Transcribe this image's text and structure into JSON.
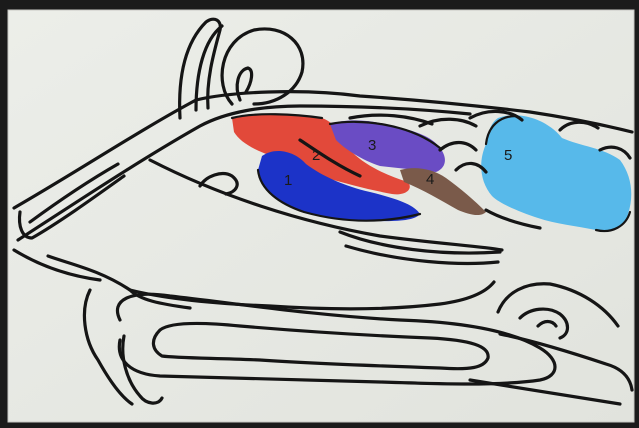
{
  "diagram": {
    "regions": [
      {
        "label": "1",
        "color": "#1c33c8"
      },
      {
        "label": "2",
        "color": "#e2493a"
      },
      {
        "label": "3",
        "color": "#6a4cc4"
      },
      {
        "label": "4",
        "color": "#7a5a4a"
      },
      {
        "label": "5",
        "color": "#57b9ea"
      }
    ],
    "outline_color": "#151515",
    "paper_color": "#e9ebe6"
  }
}
